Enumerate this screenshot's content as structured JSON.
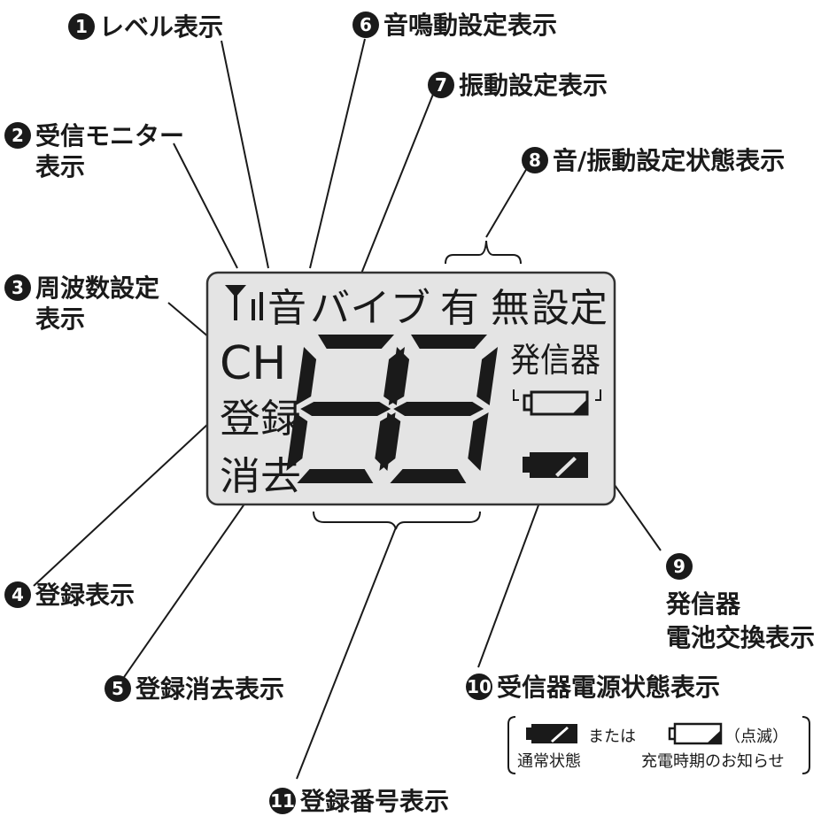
{
  "colors": {
    "lcd_bg": "#e4e4e4",
    "ink": "#1a1a1a",
    "outline": "#333333"
  },
  "callouts": [
    {
      "num": "1",
      "lines": [
        "レベル表示"
      ]
    },
    {
      "num": "2",
      "lines": [
        "受信モニター",
        "表示"
      ]
    },
    {
      "num": "3",
      "lines": [
        "周波数設定",
        "表示"
      ]
    },
    {
      "num": "4",
      "lines": [
        "登録表示"
      ]
    },
    {
      "num": "5",
      "lines": [
        "登録消去表示"
      ]
    },
    {
      "num": "6",
      "lines": [
        "音鳴動設定表示"
      ]
    },
    {
      "num": "7",
      "lines": [
        "振動設定表示"
      ]
    },
    {
      "num": "8",
      "lines": [
        "音/振動設定状態表示"
      ]
    },
    {
      "num": "9",
      "lines": [
        "発信器",
        "電池交換表示"
      ]
    },
    {
      "num": "10",
      "lines": [
        "受信器電源状態表示"
      ]
    },
    {
      "num": "11",
      "lines": [
        "登録番号表示"
      ]
    }
  ],
  "lcd": {
    "sound": "音",
    "vibe": "バイブ",
    "on": "有",
    "off": "無",
    "setting": "設定",
    "ch": "CH",
    "register": "登録",
    "erase": "消去",
    "transmitter": "発信器",
    "digits": "88",
    "antenna_icon": "antenna-icon",
    "battery_icon": "battery-icon"
  },
  "battery_note": {
    "or_text": "または",
    "blink_text": "（点滅）",
    "normal": "通常状態",
    "charge": "充電時期のお知らせ"
  }
}
